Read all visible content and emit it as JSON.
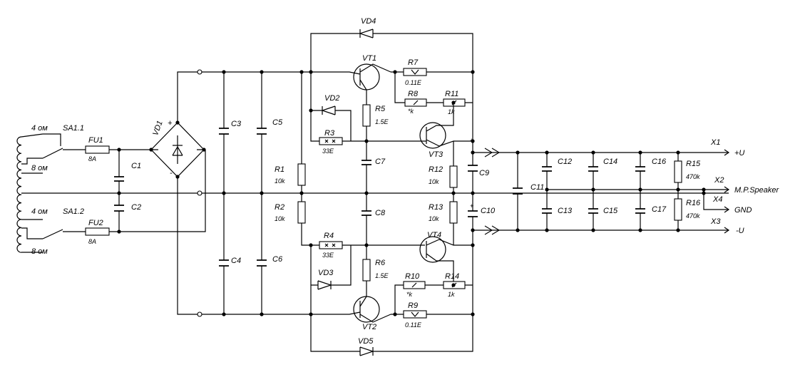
{
  "labels": {
    "sa11": "SA1.1",
    "sa12": "SA1.2",
    "ohm4a": "4 ом",
    "ohm8a": "8 ом",
    "ohm4b": "4 ом",
    "ohm8b": "8 ом",
    "fu1": "FU1",
    "fu1v": "8A",
    "fu2": "FU2",
    "fu2v": "8A",
    "c1": "C1",
    "c2": "C2",
    "vd1": "VD1",
    "plus": "+",
    "minus": "-",
    "c3": "C3",
    "c4": "C4",
    "c5": "C5",
    "c6": "C6",
    "vd4": "VD4",
    "vd5": "VD5",
    "vd2": "VD2",
    "vd3": "VD3",
    "vt1": "VT1",
    "vt2": "VT2",
    "vt3": "VT3",
    "vt4": "VT4",
    "r1": "R1",
    "r1v": "10k",
    "r2": "R2",
    "r2v": "10k",
    "r3": "R3",
    "r3v": "33E",
    "r4": "R4",
    "r4v": "33E",
    "r5": "R5",
    "r5v": "1.5E",
    "r6": "R6",
    "r6v": "1.5E",
    "r7": "R7",
    "r7v": "0.11E",
    "r9": "R9",
    "r9v": "0.11E",
    "r8": "R8",
    "r8v": "*k",
    "r10": "R10",
    "r10v": "*k",
    "r11": "R11",
    "r11v": "1k",
    "r14": "R14",
    "r14v": "1k",
    "r12": "R12",
    "r12v": "10k",
    "r13": "R13",
    "r13v": "10k",
    "c7": "C7",
    "c8": "C8",
    "c9": "C9",
    "c10": "C10",
    "c11": "C11",
    "c12": "C12",
    "c13": "C13",
    "c14": "C14",
    "c15": "C15",
    "c16": "C16",
    "c17": "C17",
    "r15": "R15",
    "r15v": "470k",
    "r16": "R16",
    "r16v": "470k",
    "x1": "X1",
    "x2": "X2",
    "x3": "X3",
    "x4": "X4",
    "plusU": "+U",
    "speaker": "M.P.Speaker",
    "gnd": "GND",
    "minusU": "-U"
  }
}
